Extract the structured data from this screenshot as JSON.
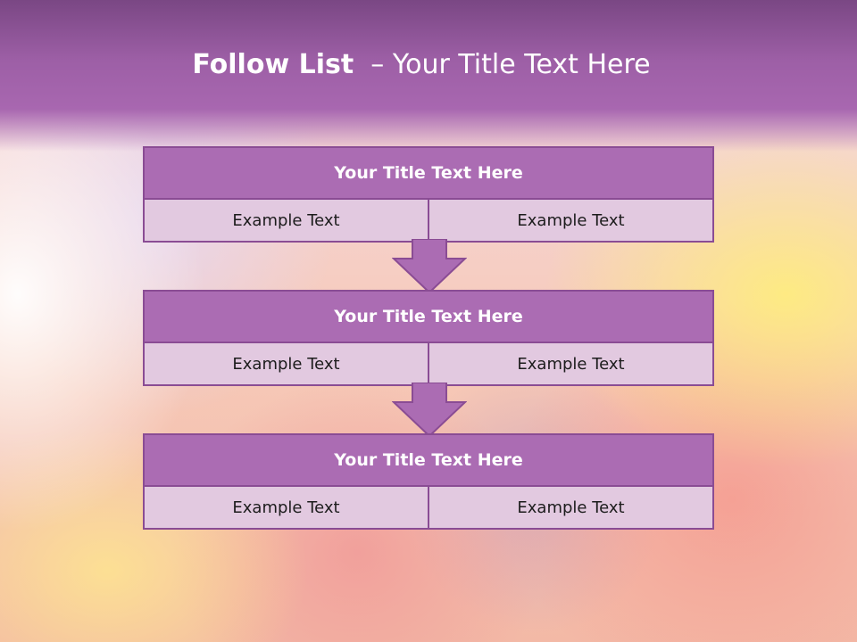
{
  "slide": {
    "title_bold": "Follow List",
    "title_rest": "  – Your Title Text Here"
  },
  "steps": [
    {
      "title": "Your Title Text Here",
      "left": "Example Text",
      "right": "Example Text"
    },
    {
      "title": "Your Title Text Here",
      "left": "Example Text",
      "right": "Example Text"
    },
    {
      "title": "Your Title Text Here",
      "left": "Example Text",
      "right": "Example Text"
    }
  ],
  "colors": {
    "header_band": "#9d5fa6",
    "box_title_fill": "#ab6cb3",
    "box_cell_fill": "#e2c9e0",
    "box_border": "#8a4c94",
    "arrow_fill": "#ab6cb3"
  }
}
